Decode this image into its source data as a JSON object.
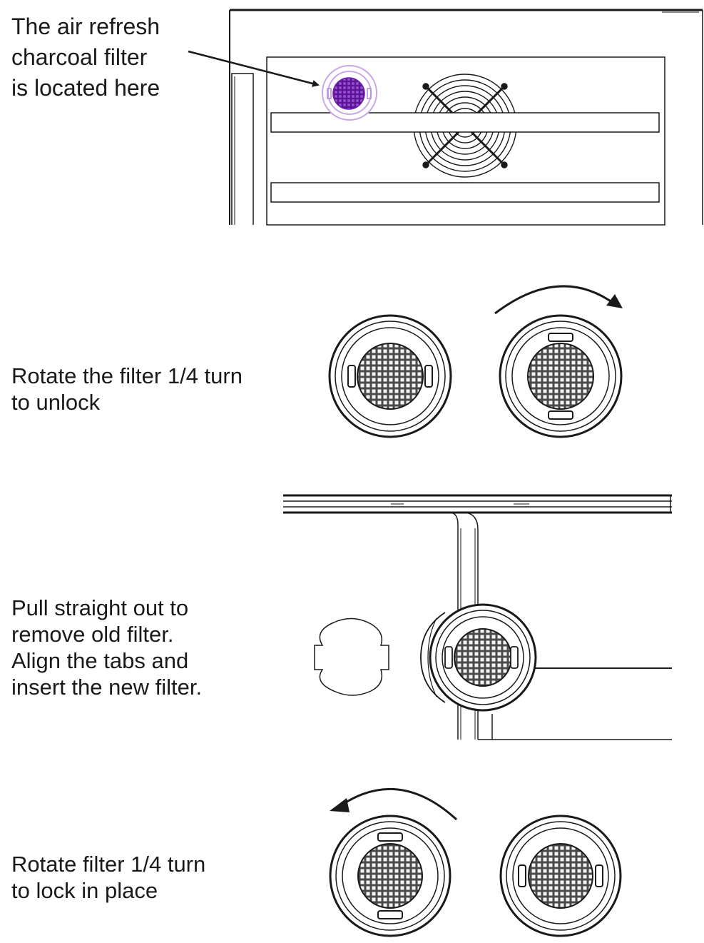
{
  "steps": [
    {
      "lines": [
        "The air refresh",
        "charcoal filter",
        "is located here"
      ]
    },
    {
      "lines": [
        "Rotate the filter 1/4 turn",
        "to unlock"
      ]
    },
    {
      "lines": [
        "Pull straight out to",
        "remove old filter.",
        "Align the tabs and",
        "insert the new filter."
      ]
    },
    {
      "lines": [
        "Rotate filter 1/4 turn",
        "to lock in place"
      ]
    }
  ],
  "colors": {
    "line": "#1a1a1a",
    "filter_highlight": "#8a2ec8",
    "filter_ring": "#c9a6e6"
  }
}
